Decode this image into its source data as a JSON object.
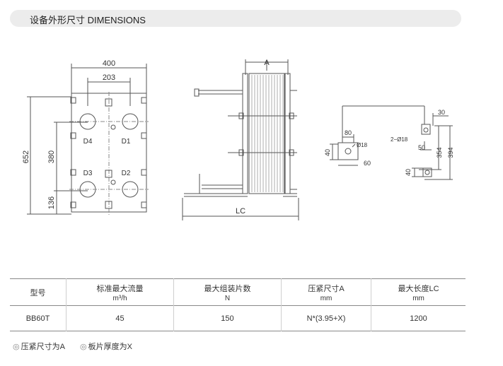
{
  "header": {
    "title": "设备外形尺寸  DIMENSIONS"
  },
  "drawing": {
    "front": {
      "width": "400",
      "port_spacing": "203",
      "height": "652",
      "vertical_spacing": "380",
      "bottom_offset": "136",
      "ports": [
        "D4",
        "D1",
        "D3",
        "D2"
      ]
    },
    "side": {
      "compress_label": "A",
      "length_label": "LC"
    },
    "detail_left": {
      "d1": "80",
      "d2": "Ø18",
      "d3": "40",
      "d4": "60"
    },
    "detail_right": {
      "d1": "30",
      "d2": "2−Ø18",
      "d3": "50",
      "d4": "354",
      "d5": "394",
      "d6": "40"
    }
  },
  "table": {
    "headers": [
      {
        "main": "型号",
        "sub": ""
      },
      {
        "main": "标准最大流量",
        "sub": "m³/h"
      },
      {
        "main": "最大组装片数",
        "sub": "N"
      },
      {
        "main": "压紧尺寸A",
        "sub": "mm"
      },
      {
        "main": "最大长度LC",
        "sub": "mm"
      }
    ],
    "row": [
      "BB60T",
      "45",
      "150",
      "N*(3.95+X)",
      "1200"
    ]
  },
  "notes": [
    "压紧尺寸为A",
    "板片厚度为X"
  ]
}
